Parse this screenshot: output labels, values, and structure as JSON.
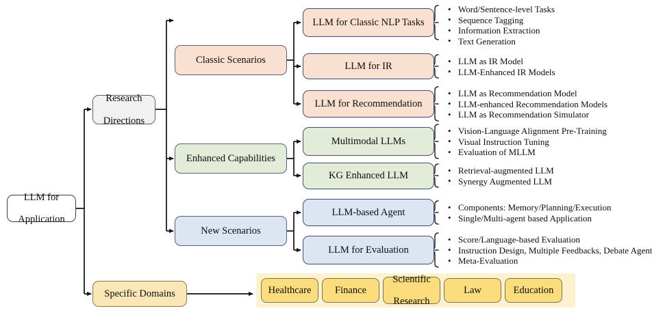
{
  "diagram": {
    "title": "LLM for Application taxonomy",
    "colors": {
      "peach": "#fae0d0",
      "green": "#e3ecd9",
      "blue": "#dce5f2",
      "yellow_box": "#fbdd7e",
      "yellow_band": "#fdf2ce",
      "gray": "#f1f1f1",
      "white": "#ffffff",
      "border_blue": "#3f4f6e",
      "border_olive": "#7e7252"
    },
    "root": {
      "label": "LLM for\nApplication",
      "line1": "LLM for",
      "line2": "Application"
    },
    "level1": [
      {
        "id": "research-directions",
        "line1": "Research",
        "line2": "Directions"
      },
      {
        "id": "specific-domains",
        "label": "Specific Domains"
      }
    ],
    "level2": [
      {
        "id": "classic-scenarios",
        "label": "Classic Scenarios",
        "color": "peach"
      },
      {
        "id": "enhanced-capabilities",
        "label": "Enhanced Capabilities",
        "color": "green"
      },
      {
        "id": "new-scenarios",
        "label": "New Scenarios",
        "color": "blue"
      }
    ],
    "level3": [
      {
        "id": "llm-for-classic-nlp-tasks",
        "label": "LLM for Classic NLP Tasks",
        "color": "peach",
        "bullets": [
          "Word/Sentence-level Tasks",
          "Sequence Tagging",
          "Information Extraction",
          "Text Generation"
        ]
      },
      {
        "id": "llm-for-ir",
        "label": "LLM for IR",
        "color": "peach",
        "bullets": [
          "LLM as IR Model",
          "LLM-Enhanced IR Models"
        ]
      },
      {
        "id": "llm-for-recommendation",
        "label": "LLM for Recommendation",
        "color": "peach",
        "bullets": [
          "LLM as Recommendation Model",
          "LLM-enhanced Recommendation Models",
          "LLM as Recommendation Simulator"
        ]
      },
      {
        "id": "multimodal-llms",
        "label": "Multimodal LLMs",
        "color": "green",
        "bullets": [
          "Vision-Language Alignment Pre-Training",
          "Visual Instruction Tuning",
          "Evaluation of MLLM"
        ]
      },
      {
        "id": "kg-enhanced-llm",
        "label": "KG Enhanced LLM",
        "color": "green",
        "bullets": [
          "Retrieval-augmented LLM",
          "Synergy Augmented LLM"
        ]
      },
      {
        "id": "llm-based-agent",
        "label": "LLM-based Agent",
        "color": "blue",
        "bullets": [
          "Components: Memory/Planning/Execution",
          "Single/Multi-agent based Application"
        ]
      },
      {
        "id": "llm-for-evaluation",
        "label": "LLM for Evaluation",
        "color": "blue",
        "bullets": [
          "Score/Language-based Evaluation",
          "Instruction Design, Multiple Feedbacks, Debate Agent",
          "Meta-Evaluation"
        ]
      }
    ],
    "domains": [
      {
        "id": "healthcare",
        "label": "Healthcare"
      },
      {
        "id": "finance",
        "label": "Finance"
      },
      {
        "id": "scientific-research",
        "line1": "Scientific",
        "line2": "Research"
      },
      {
        "id": "law",
        "label": "Law"
      },
      {
        "id": "education",
        "label": "Education"
      }
    ]
  }
}
